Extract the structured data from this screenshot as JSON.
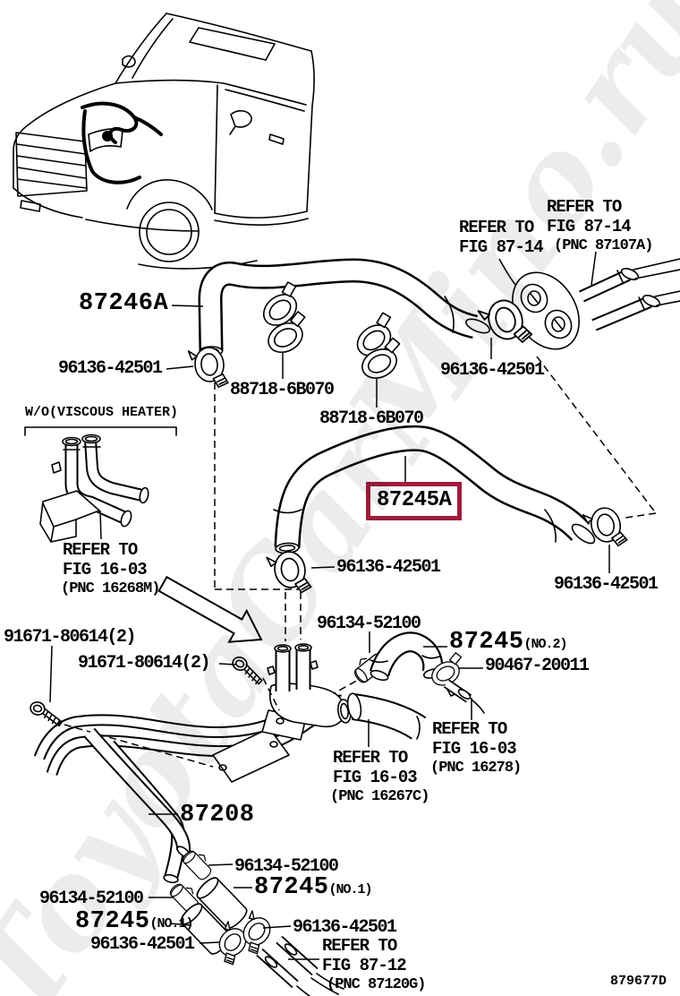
{
  "watermark": "ToyotaCarMino.ru",
  "watermark_color": "#ececec",
  "highlight_color": "#9e1c3c",
  "diagram_code": "879677D",
  "highlighted_part": "87245A",
  "parts": {
    "hose_water_inlet": "87246A",
    "hose_heater_a": "87245A",
    "hose_heater": "87245",
    "pipe_assembly": "87208",
    "clip_hose": "96136-42501",
    "clamp_hose": "88718-6B070",
    "clip_pipe": "96134-52100",
    "clamp_alt": "90467-20011",
    "bolt": "91671-80614(2)",
    "suffix_no1": "(NO.1)",
    "suffix_no2": "(NO.2)"
  },
  "notes": {
    "wo_viscous": "W/O(VISCOUS HEATER)",
    "refer_to": "REFER TO",
    "fig_87_14": "FIG 87-14",
    "pnc_87107a": "(PNC 87107A)",
    "fig_16_03": "FIG 16-03",
    "pnc_16268m": "(PNC 16268M)",
    "pnc_16267c": "(PNC 16267C)",
    "pnc_16278": "(PNC 16278)",
    "fig_87_12": "FIG 87-12",
    "pnc_87120g": "(PNC 87120G)"
  }
}
